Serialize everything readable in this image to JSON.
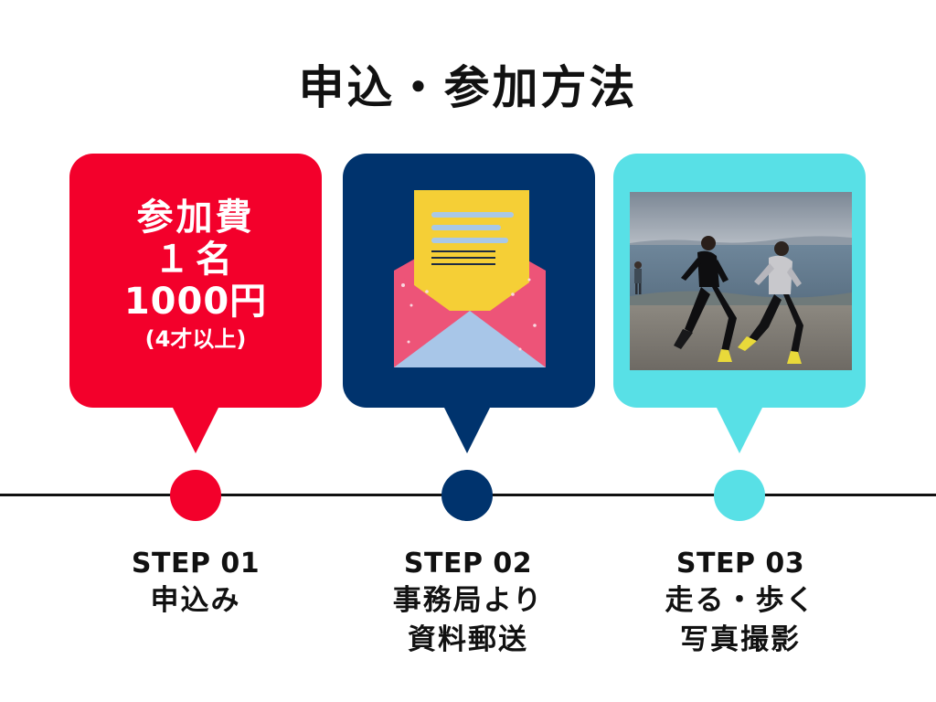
{
  "page": {
    "title": "申込・参加方法"
  },
  "colors": {
    "red": "#f3002b",
    "navy": "#00336d",
    "cyan": "#58e0e6",
    "black": "#111111",
    "envelope_pink": "#ed5478",
    "envelope_blue": "#a8c6e8",
    "letter_yellow": "#f5cf36",
    "letter_lines": "#a9c8e6"
  },
  "cards": [
    {
      "color_key": "red",
      "content": {
        "line1": "参加費",
        "line2": "１名",
        "line3": "1000円",
        "line4": "(4才以上)"
      }
    },
    {
      "color_key": "navy",
      "icon": "envelope-letter-icon"
    },
    {
      "color_key": "cyan",
      "image": "lakeside-running-photo"
    }
  ],
  "steps": [
    {
      "label": "STEP 01",
      "desc": [
        "申込み"
      ]
    },
    {
      "label": "STEP 02",
      "desc": [
        "事務局より",
        "資料郵送"
      ]
    },
    {
      "label": "STEP 03",
      "desc": [
        "走る・歩く",
        "写真撮影"
      ]
    }
  ]
}
